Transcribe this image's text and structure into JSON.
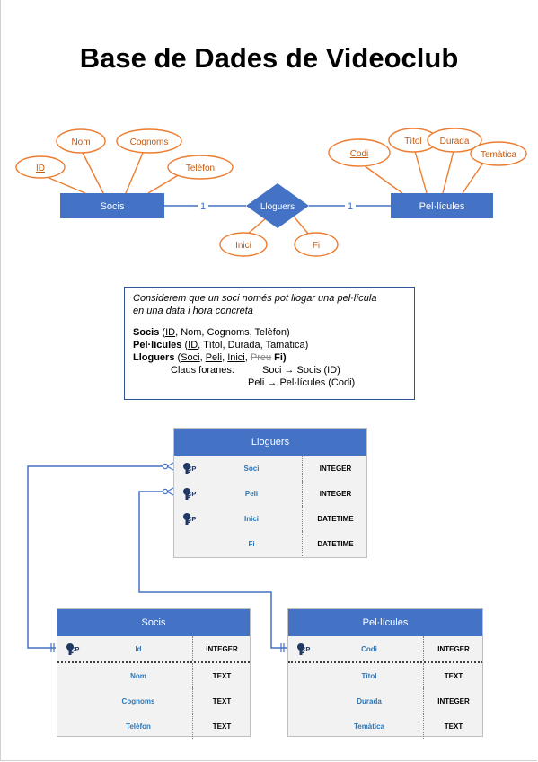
{
  "title": "Base de Dades de Videoclub",
  "er": {
    "entities": {
      "socis": "Socis",
      "pelicules": "Pel·lícules"
    },
    "relationship": "Lloguers",
    "cardinality": {
      "left": "1",
      "right": "1"
    },
    "socis_attrs": {
      "id": "ID",
      "nom": "Nom",
      "cognoms": "Cognoms",
      "telefon": "Telèfon"
    },
    "pelicules_attrs": {
      "codi": "Codi",
      "titol": "Títol",
      "durada": "Durada",
      "tematica": "Temàtica"
    },
    "lloguers_attrs": {
      "inici": "Inici",
      "fi": "Fi"
    }
  },
  "note": {
    "line1": "Considerem que un soci només pot llogar una pel·lícula",
    "line2": "en una data i hora concreta",
    "socis": {
      "name": "Socis",
      "open": " (",
      "key": "ID",
      "rest": ", Nom, Cognoms, Telèfon)"
    },
    "pelicules": {
      "name": "Pel·lícules",
      "open": " (",
      "key": "ID",
      "rest": ", Títol, Durada, Tamàtica)"
    },
    "lloguers": {
      "name": "Lloguers",
      "open": " (",
      "k1": "Soci",
      "c1": ", ",
      "k2": "Peli",
      "c2": ", ",
      "k3": "Inici",
      "c3": ", ",
      "strike": "Preu",
      "rest": " Fi)"
    },
    "fk_label": "Claus foranes:",
    "fk1": "Soci → Socis (ID)",
    "fk2": "Peli → Pel·lícules (Codi)"
  },
  "tables": {
    "lloguers": {
      "name": "Lloguers",
      "rows": [
        {
          "key": "CP",
          "col": "Soci",
          "type": "INTEGER"
        },
        {
          "key": "CP",
          "col": "Peli",
          "type": "INTEGER"
        },
        {
          "key": "CP",
          "col": "Inici",
          "type": "DATETIME"
        },
        {
          "key": "",
          "col": "Fi",
          "type": "DATETIME"
        }
      ]
    },
    "socis": {
      "name": "Socis",
      "rows": [
        {
          "key": "CP",
          "col": "Id",
          "type": "INTEGER"
        },
        {
          "key": "",
          "col": "Nom",
          "type": "TEXT"
        },
        {
          "key": "",
          "col": "Cognoms",
          "type": "TEXT"
        },
        {
          "key": "",
          "col": "Telèfon",
          "type": "TEXT"
        }
      ]
    },
    "pelicules": {
      "name": "Pel·lícules",
      "rows": [
        {
          "key": "CP",
          "col": "Codi",
          "type": "INTEGER"
        },
        {
          "key": "",
          "col": "Títol",
          "type": "TEXT"
        },
        {
          "key": "",
          "col": "Durada",
          "type": "INTEGER"
        },
        {
          "key": "",
          "col": "Temàtica",
          "type": "TEXT"
        }
      ]
    }
  },
  "colors": {
    "entity": "#4472c4",
    "attr_border": "#ed7d31",
    "attr_text": "#c55a11",
    "link": "#4472c4"
  }
}
